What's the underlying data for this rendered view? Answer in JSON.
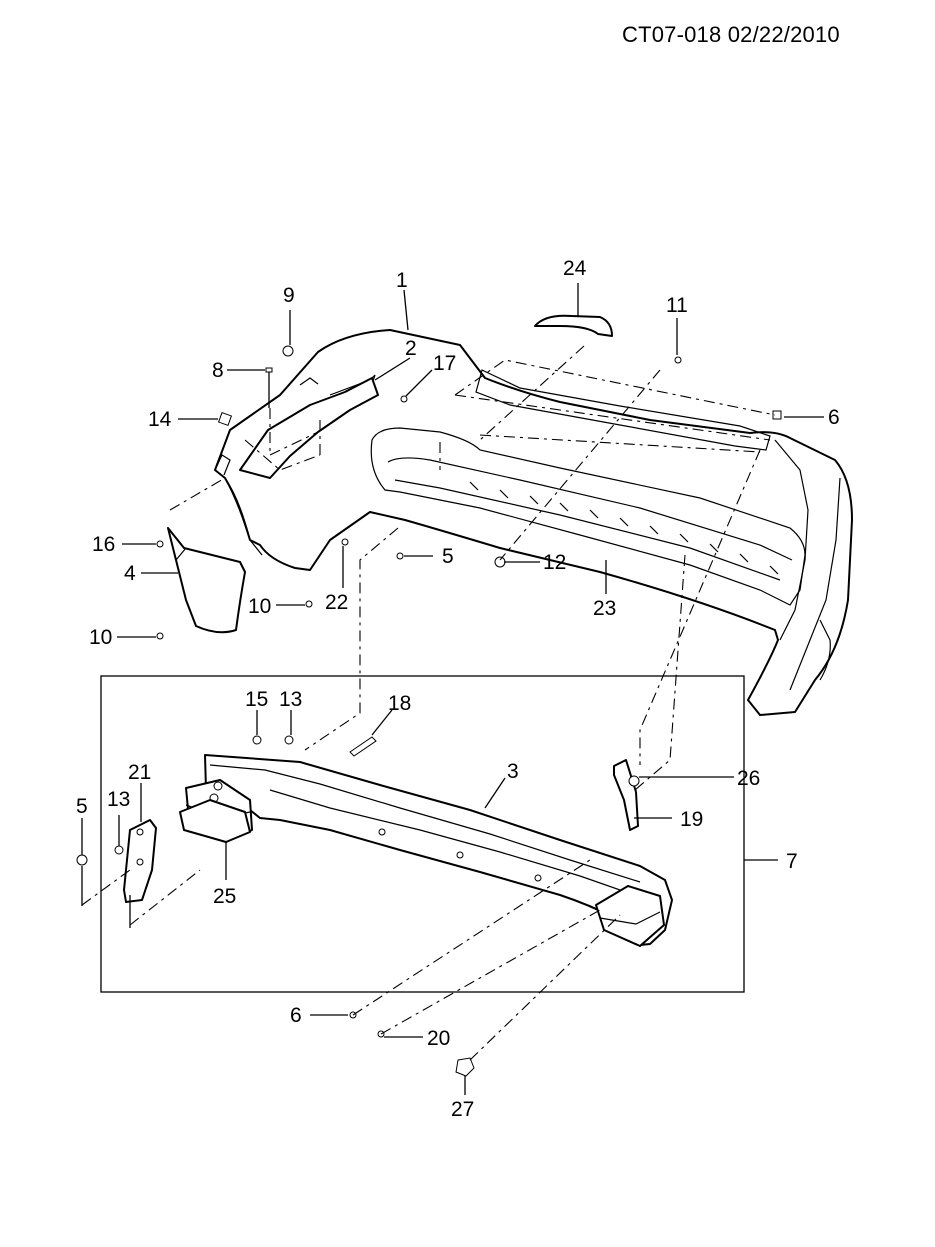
{
  "header": {
    "doc_code": "CT07-018  02/22/2010"
  },
  "callouts": [
    {
      "id": "1",
      "label": "1"
    },
    {
      "id": "2",
      "label": "2"
    },
    {
      "id": "3",
      "label": "3"
    },
    {
      "id": "4",
      "label": "4"
    },
    {
      "id": "5a",
      "label": "5"
    },
    {
      "id": "5b",
      "label": "5"
    },
    {
      "id": "6a",
      "label": "6"
    },
    {
      "id": "6b",
      "label": "6"
    },
    {
      "id": "7",
      "label": "7"
    },
    {
      "id": "8",
      "label": "8"
    },
    {
      "id": "9",
      "label": "9"
    },
    {
      "id": "10a",
      "label": "10"
    },
    {
      "id": "10b",
      "label": "10"
    },
    {
      "id": "11",
      "label": "11"
    },
    {
      "id": "12",
      "label": "12"
    },
    {
      "id": "13a",
      "label": "13"
    },
    {
      "id": "13b",
      "label": "13"
    },
    {
      "id": "14",
      "label": "14"
    },
    {
      "id": "15",
      "label": "15"
    },
    {
      "id": "16",
      "label": "16"
    },
    {
      "id": "17",
      "label": "17"
    },
    {
      "id": "18",
      "label": "18"
    },
    {
      "id": "19",
      "label": "19"
    },
    {
      "id": "20",
      "label": "20"
    },
    {
      "id": "21",
      "label": "21"
    },
    {
      "id": "22",
      "label": "22"
    },
    {
      "id": "23",
      "label": "23"
    },
    {
      "id": "24",
      "label": "24"
    },
    {
      "id": "25",
      "label": "25"
    },
    {
      "id": "26",
      "label": "26"
    },
    {
      "id": "27",
      "label": "27"
    }
  ]
}
